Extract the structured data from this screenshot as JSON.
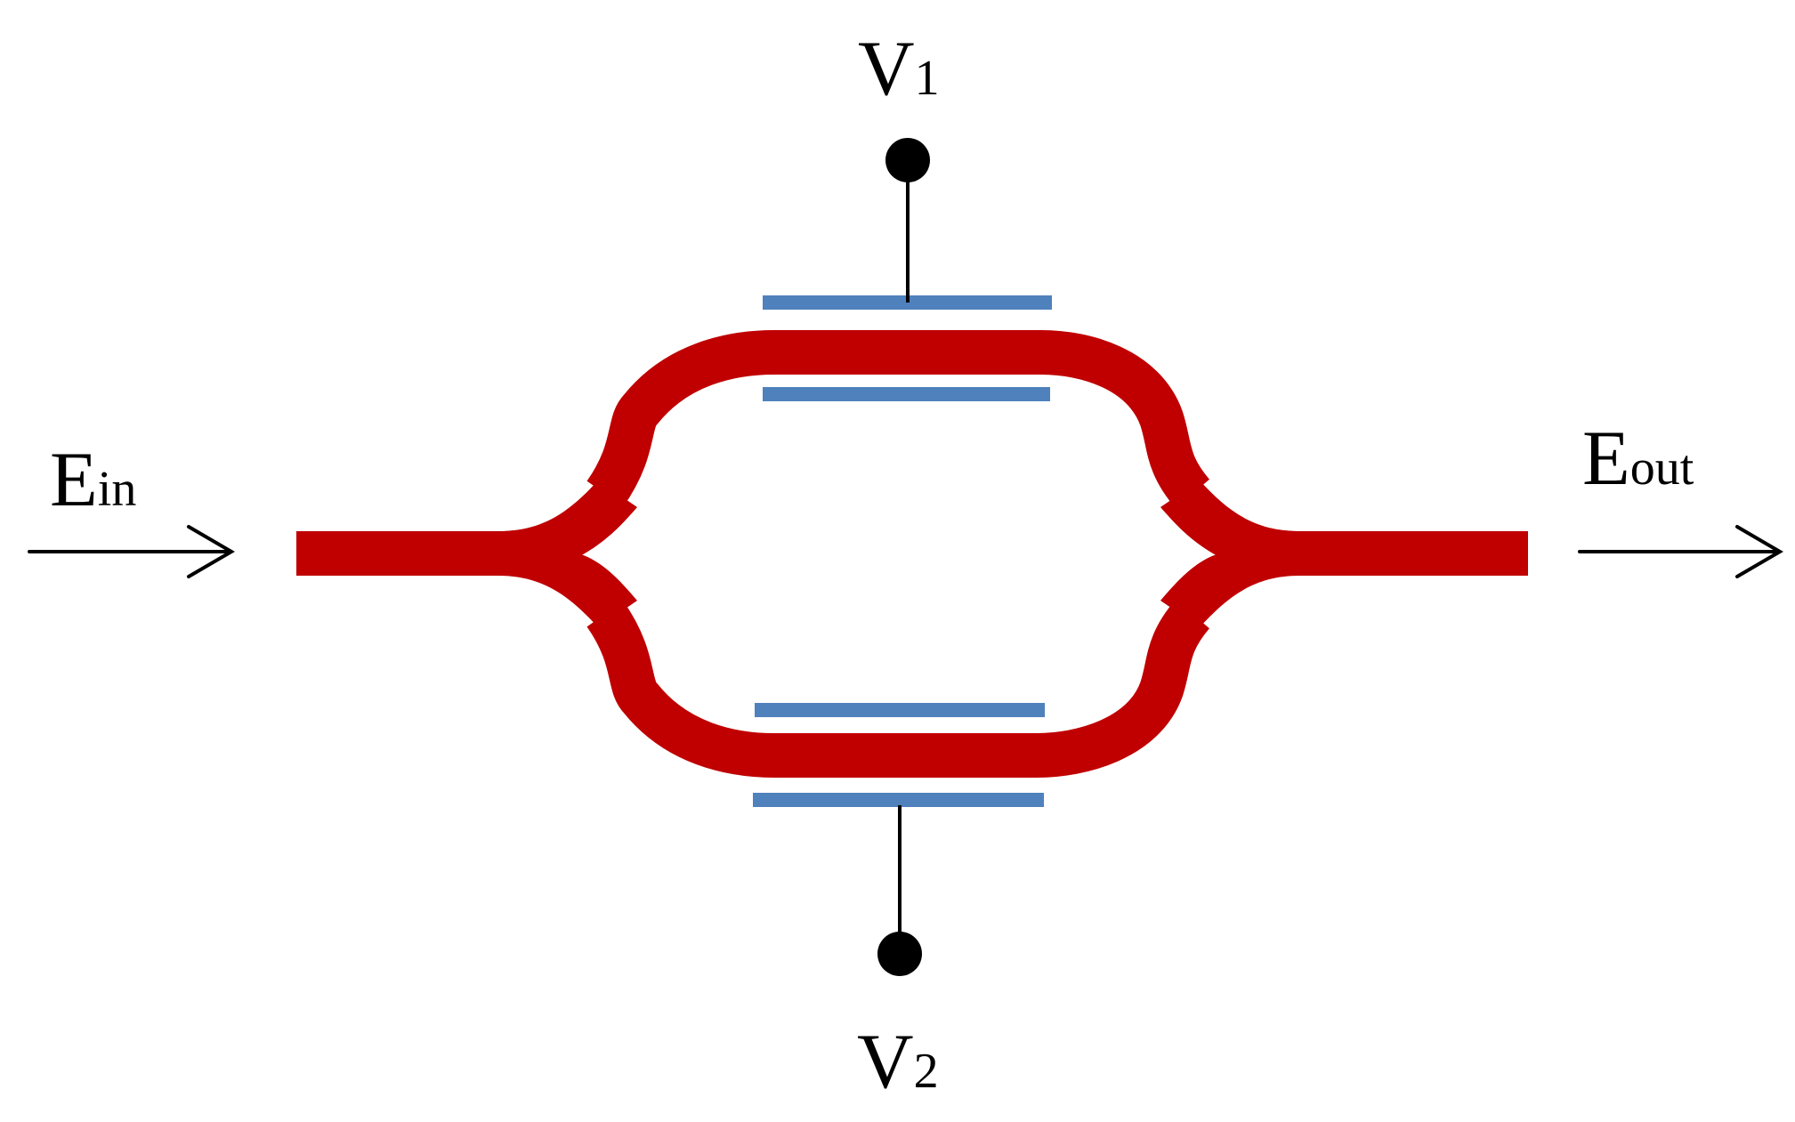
{
  "labels": {
    "input_field": {
      "symbol": "E",
      "subscript": "in"
    },
    "output_field": {
      "symbol": "E",
      "subscript": "out"
    },
    "voltage_top": {
      "symbol": "V",
      "subscript": "1"
    },
    "voltage_bottom": {
      "symbol": "V",
      "subscript": "2"
    }
  },
  "colors": {
    "waveguide": "#c00000",
    "electrode": "#4f81bd",
    "lines": "#000000",
    "background": "#ffffff"
  },
  "icons": {
    "input_arrow": "arrow-right-icon",
    "output_arrow": "arrow-right-icon",
    "terminal": "filled-circle-icon"
  }
}
